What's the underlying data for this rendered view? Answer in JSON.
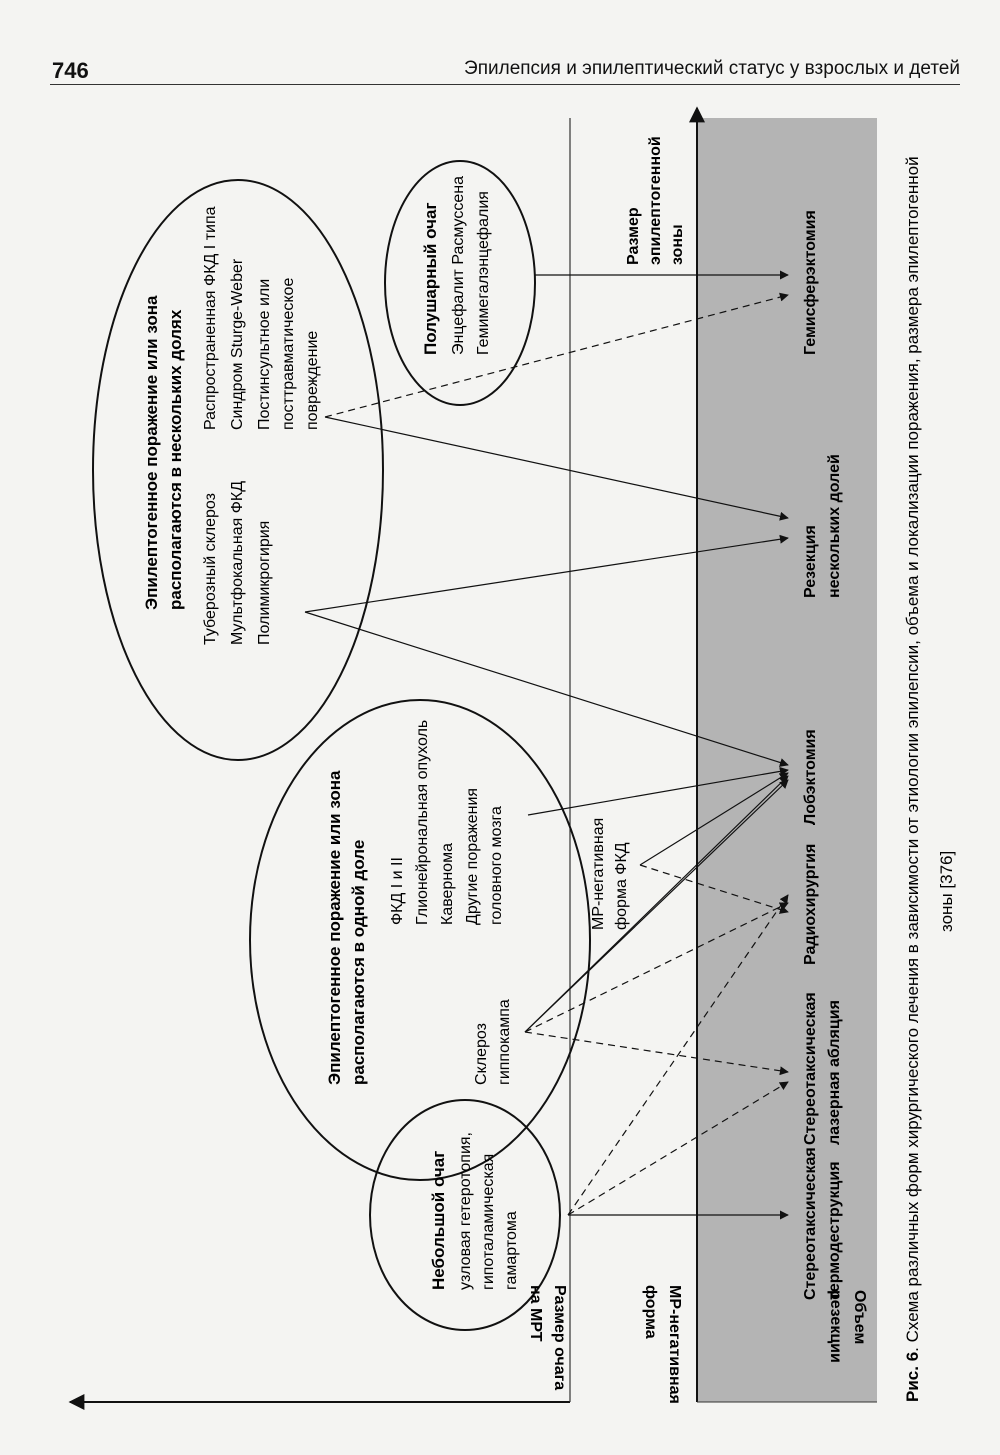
{
  "page": {
    "number": "746",
    "running_head": "Эпилепсия и эпилептический статус у взрослых и детей"
  },
  "axis_labels": {
    "lesion_size": [
      "Размер очага",
      "на МРТ"
    ],
    "mr_negative": [
      "МР-негативная",
      "форма"
    ],
    "resection_volume": [
      "Объем",
      "резекции"
    ],
    "epileptogenic_zone": [
      "Размер",
      "эпилептогенной",
      "зоны"
    ]
  },
  "groups": {
    "small_focus": {
      "title": "Небольшой очаг",
      "items": [
        "узловая гетеротопия,",
        "гипоталамическая",
        "гамартома"
      ]
    },
    "one_lobe": {
      "title": [
        "Эпилептогенное поражение или зона",
        "располагаются в одной доле"
      ],
      "items": [
        "ФКД I и II",
        "Глионейрональная опухоль",
        "Кавернома",
        "Другие поражения",
        "головного мозга"
      ],
      "hippocampal": [
        "Склероз",
        "гиппокампа"
      ]
    },
    "mr_negative_fcd": [
      "МР-негативная",
      "форма ФКД"
    ],
    "multi_lobe": {
      "title": [
        "Эпилептогенное поражение или зона",
        "располагаются в нескольких долях"
      ],
      "items_left": [
        "Туберозный склероз",
        "Мультфокальная ФКД",
        "Полимикрогирия"
      ],
      "items_right": [
        "Распространенная ФКД I типа",
        "Синдром Sturge-Weber",
        "Постинсультное или",
        "посттравматическое",
        "повреждение"
      ]
    },
    "hemispheric": {
      "title": "Полушарный очаг",
      "items": [
        "Энцефалит Расмуссена",
        "Гемимегалэнцефалия"
      ]
    }
  },
  "procedures": [
    [
      "Стереотаксическая",
      "термодеструкция"
    ],
    [
      "Стереотаксическая",
      "лазерная абляция"
    ],
    [
      "Радиохирургия"
    ],
    [
      "Лобэктомия"
    ],
    [
      "Резекция",
      "нескольких долей"
    ],
    [
      "Гемисферэктомия"
    ]
  ],
  "caption": {
    "label": "Рис. 6",
    "text_line1": ". Схема различных форм хирургического лечения в зависимости от этиологии эпилепсии, объема и локализации поражения, размера эпилептогенной",
    "text_line2": "зоны [376]"
  },
  "colors": {
    "band": "#b4b4b4",
    "ink": "#111111",
    "paper": "#f4f4f2"
  }
}
